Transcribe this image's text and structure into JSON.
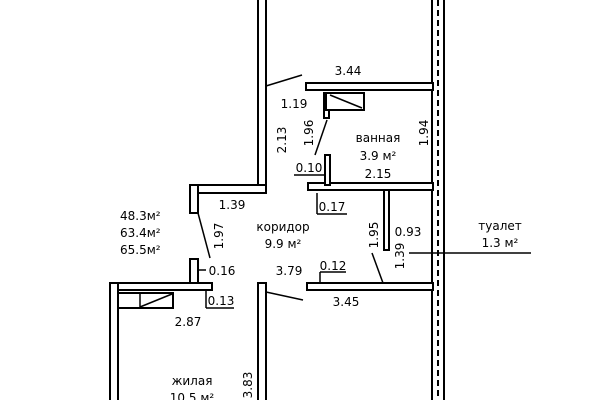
{
  "rooms": {
    "bathroom": {
      "name": "ванная",
      "area": "3.9 м²"
    },
    "corridor": {
      "name": "коридор",
      "area": "9.9 м²"
    },
    "toilet": {
      "name": "туалет",
      "area": "1.3 м²"
    },
    "living": {
      "name": "жилая",
      "area": "10.5 м²"
    }
  },
  "totals": [
    "48.3м²",
    "63.4м²",
    "65.5м²"
  ],
  "dimensions": {
    "d344": "3.44",
    "d119": "1.19",
    "d213": "2.13",
    "d196": "1.96",
    "d194": "1.94",
    "d010": "0.10",
    "d215": "2.15",
    "d139a": "1.39",
    "d017": "0.17",
    "d197": "1.97",
    "d195": "1.95",
    "d093": "0.93",
    "d139b": "1.39",
    "d016": "0.16",
    "d379": "3.79",
    "d012": "0.12",
    "d013": "0.13",
    "d345": "3.45",
    "d287": "2.87",
    "d383": "3.83"
  }
}
